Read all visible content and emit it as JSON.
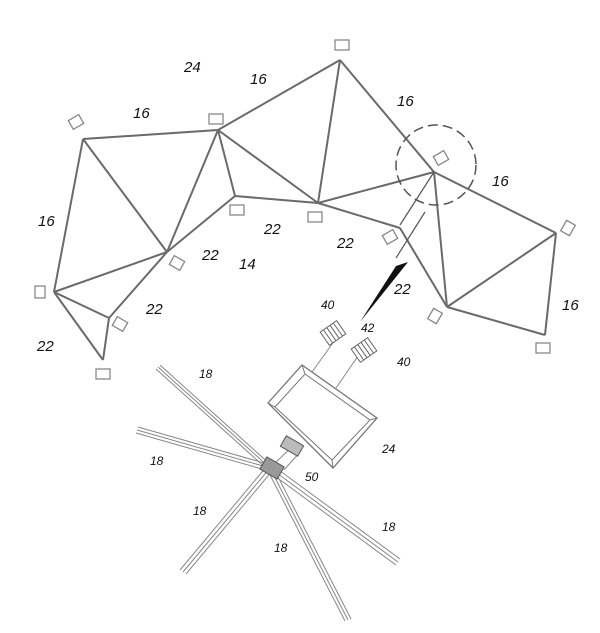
{
  "figure": {
    "network_labels": {
      "node_24": "24",
      "link_16_a": "16",
      "link_16_b": "16",
      "link_16_c": "16",
      "link_16_d": "16",
      "link_16_e": "16",
      "link_16_f": "16",
      "link_22_a": "22",
      "link_22_b": "22",
      "link_22_c": "22",
      "link_22_d": "22",
      "link_22_e": "22",
      "link_22_f": "22",
      "node_14": "14"
    },
    "detail_labels": {
      "battery_40_a": "40",
      "battery_40_b": "40",
      "link_42": "42",
      "device_24": "24",
      "connector_50": "50",
      "rod_18_a": "18",
      "rod_18_b": "18",
      "rod_18_c": "18",
      "rod_18_d": "18",
      "rod_18_e": "18"
    }
  }
}
